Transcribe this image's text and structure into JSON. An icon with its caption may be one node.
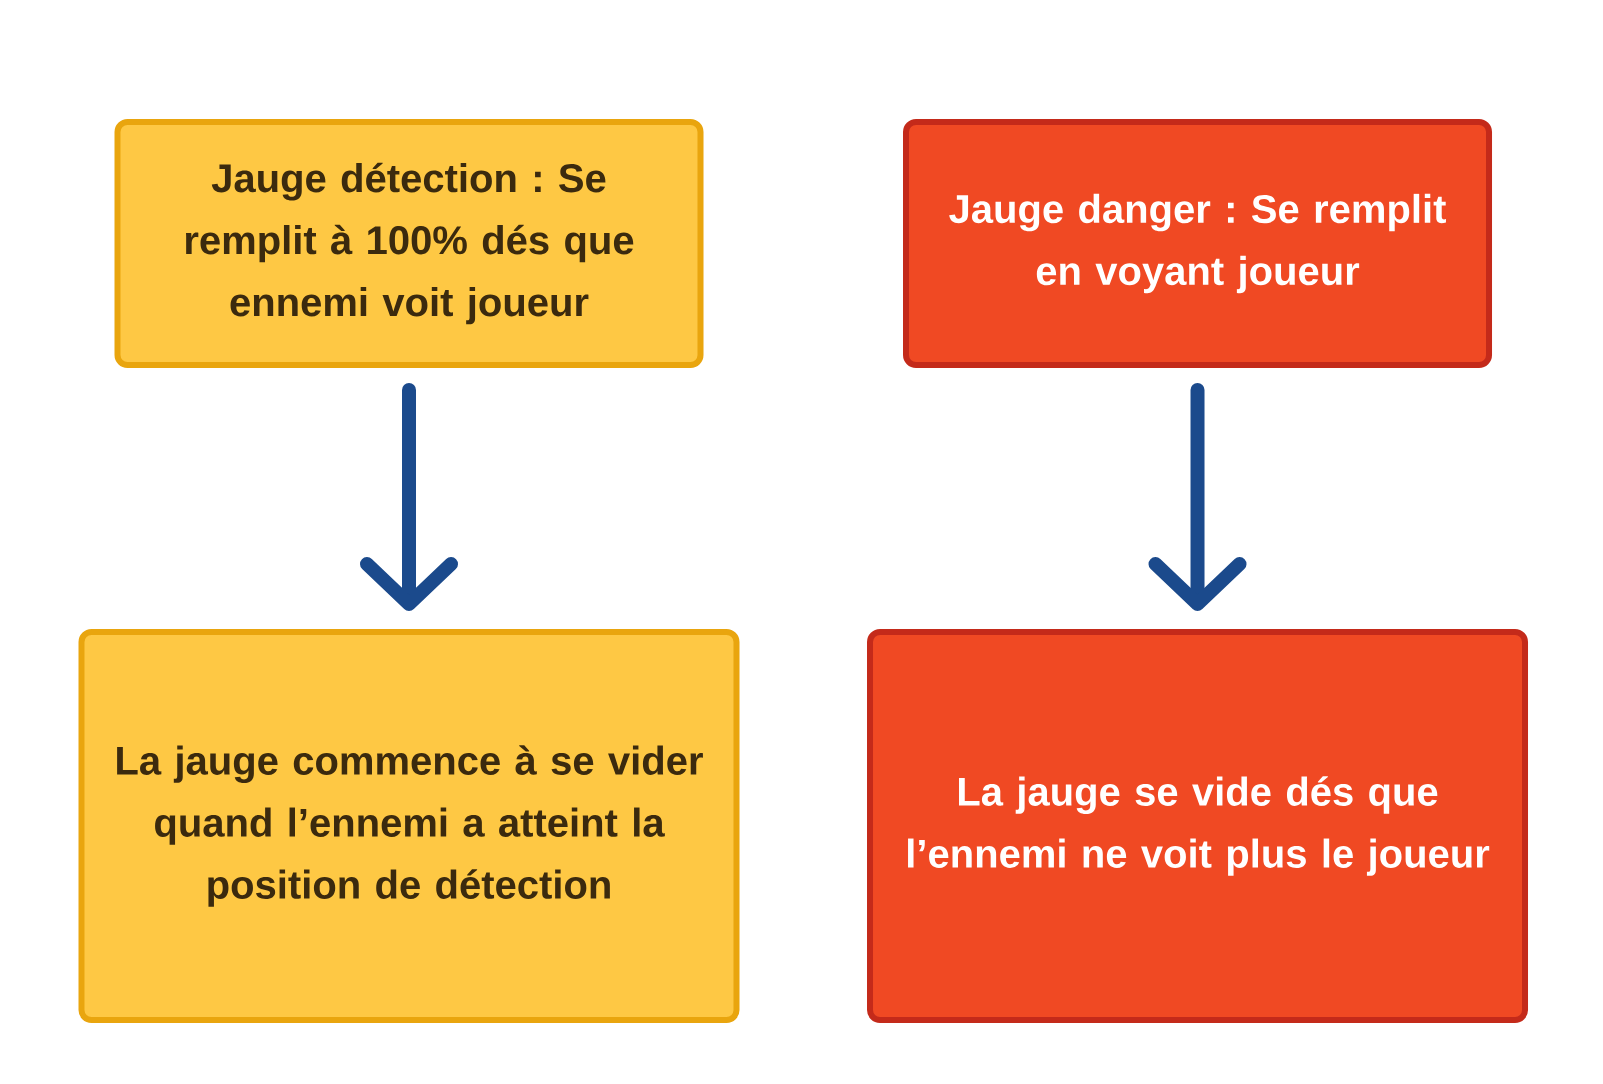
{
  "diagram": {
    "nodes": [
      {
        "text": [
          "Jauge détection : Se remplit à 100% dés que ennemi voit joueur"
        ]
      },
      {
        "text": [
          "Jauge danger : Se remplit en voyant joueur"
        ]
      },
      {
        "text": [
          "La jauge commence à se vider quand l’ennemi a atteint la position de détection"
        ]
      },
      {
        "text": [
          "La jauge se vide dés que l’ennemi ne voit plus le joueur"
        ]
      }
    ],
    "edges": [
      {
        "from": 0,
        "to": 2,
        "arrow": "to"
      },
      {
        "from": 1,
        "to": 3,
        "arrow": "to"
      }
    ]
  }
}
